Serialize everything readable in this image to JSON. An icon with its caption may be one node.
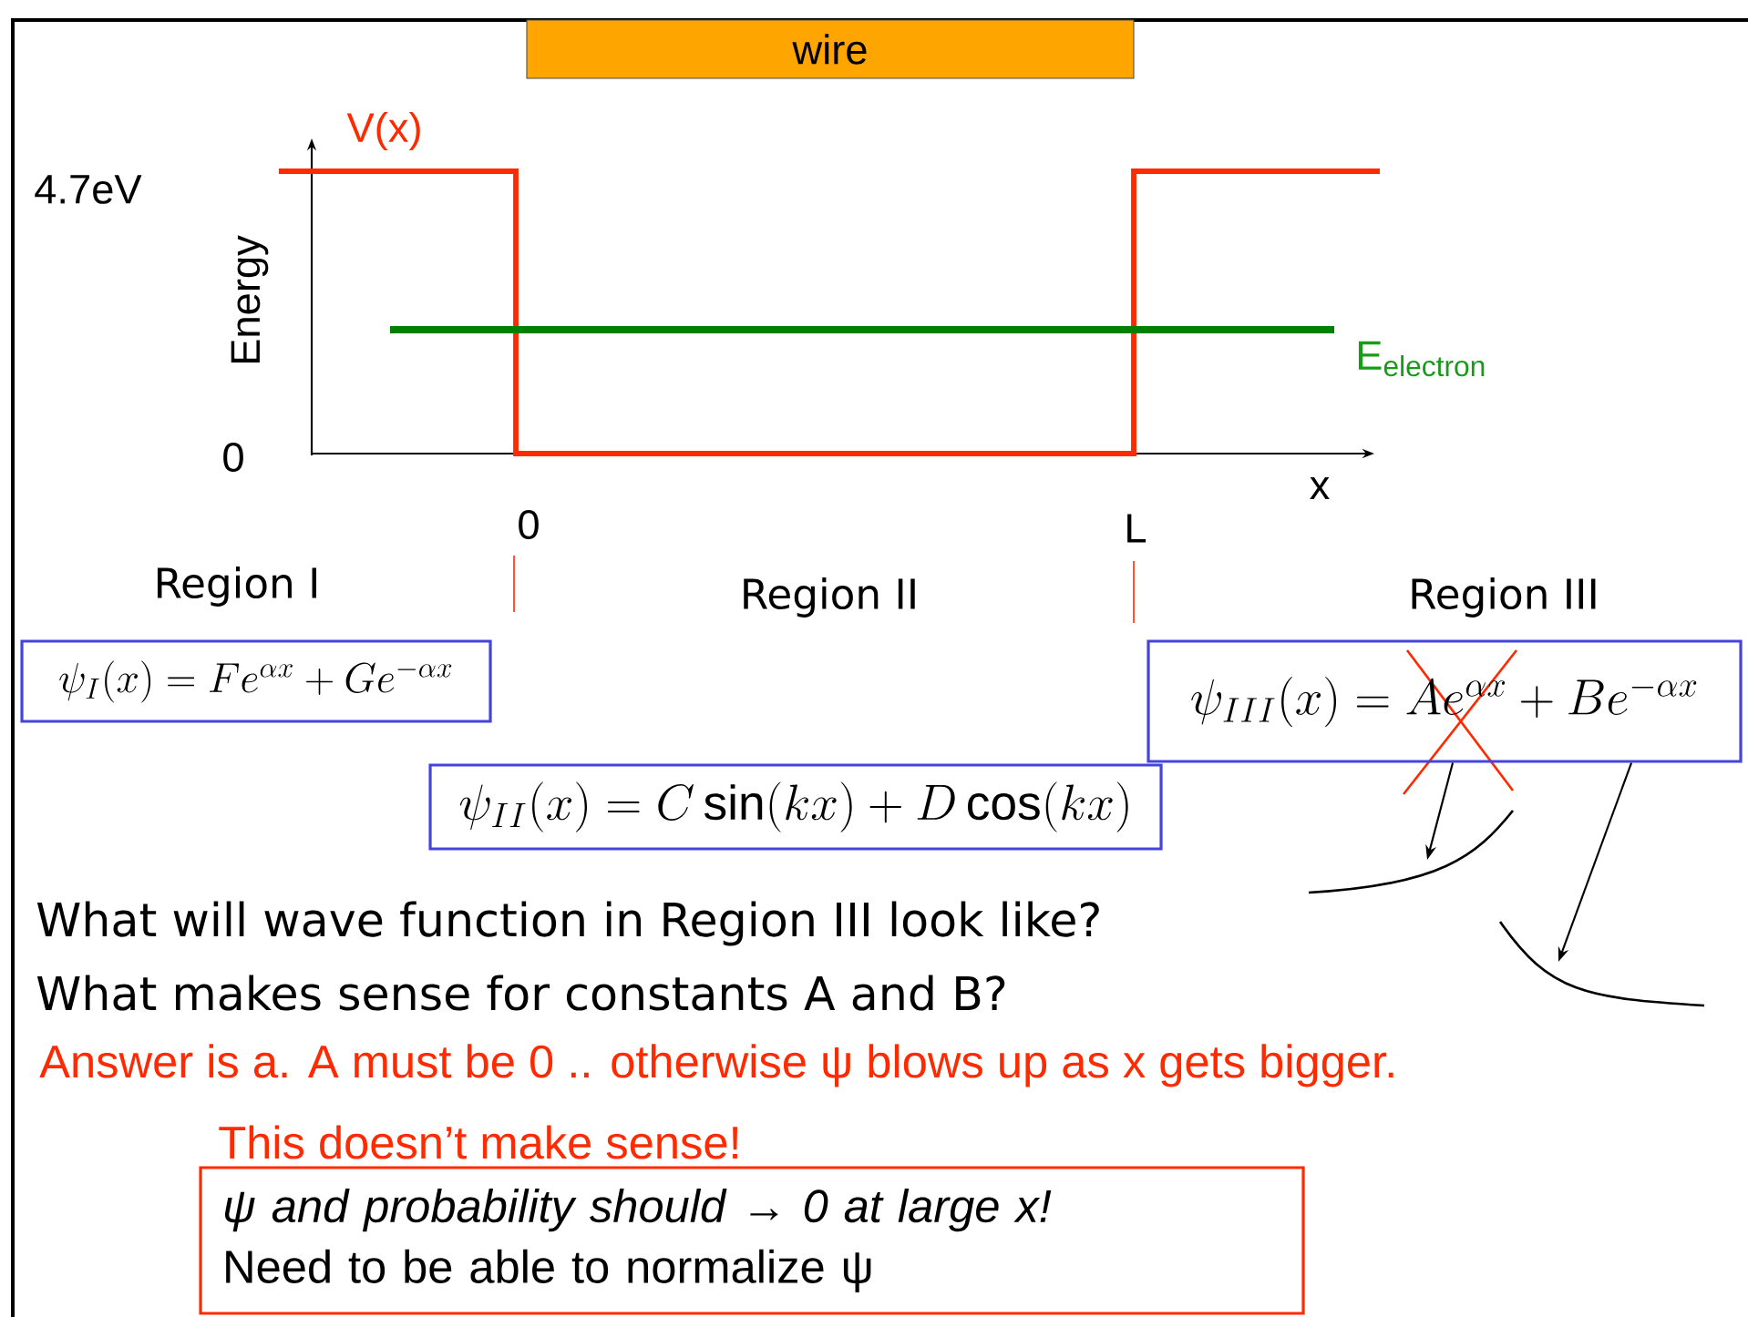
{
  "diagram": {
    "nodes": [
      {
        "text": [
          "wire"
        ]
      },
      {
        "text": [
          "\\psi_{I}(x) = Fe^{\\alpha x} + Ge^{-\\alpha x}"
        ]
      },
      {
        "text": [
          "\\psi_{II}(x) = C\\sin(kx) + D\\cos(kx)"
        ]
      },
      {
        "text": [
          "\\psi_{III}(x) = Ae^{\\alpha x} + Be^{-\\alpha x}"
        ]
      },
      {
        "text": [
          "ψ and probability should → 0 at large x!",
          "Need to be able to normalize ψ"
        ]
      },
      {
        "text": [],
        "shape": "curve"
      },
      {
        "text": [],
        "shape": "curve"
      }
    ],
    "edges": [
      {
        "from": 3,
        "to": 5,
        "arrow": "to"
      },
      {
        "from": 3,
        "to": 6,
        "arrow": "to"
      }
    ],
    "labels": [
      "V(x)",
      "4.7eV",
      "Energy",
      "E$_{electron}$",
      "0",
      "x",
      "0",
      "L",
      "Region I",
      "Region II",
      "Region III",
      "What will wave function in Region III look like?",
      "What makes sense for constants A and B?",
      "Answer is a.  A must be 0 .. otherwise ψ blows up as x gets bigger.",
      "This doesn’t make sense!"
    ]
  }
}
